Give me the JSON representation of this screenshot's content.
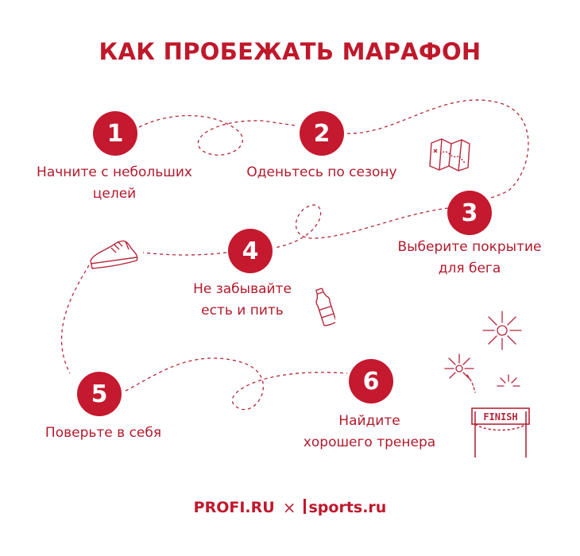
{
  "title": "КАК ПРОБЕЖАТЬ МАРАФОН",
  "steps": [
    {
      "number": "1",
      "lines": [
        "Начните с небольших",
        "целей"
      ]
    },
    {
      "number": "2",
      "lines": [
        "Оденьтесь по сезону"
      ]
    },
    {
      "number": "3",
      "lines": [
        "Выберите покрытие",
        "для бега"
      ]
    },
    {
      "number": "4",
      "lines": [
        "Не забывайте",
        "есть и пить"
      ]
    },
    {
      "number": "5",
      "lines": [
        "Поверьте в себя"
      ]
    },
    {
      "number": "6",
      "lines": [
        "Найдите",
        "хорошего тренера"
      ]
    }
  ],
  "finish_sign": "FINISH",
  "footer": {
    "brand_left": "PROFI.RU",
    "separator": "×",
    "brand_right": "sports.ru"
  },
  "colors": {
    "accent": "#c4192e",
    "text": "#b21a2c",
    "line": "#b5263a"
  },
  "icons": [
    "map-icon",
    "sneaker-icon",
    "water-bottle-icon",
    "fireworks-icon",
    "finish-gate-icon"
  ]
}
